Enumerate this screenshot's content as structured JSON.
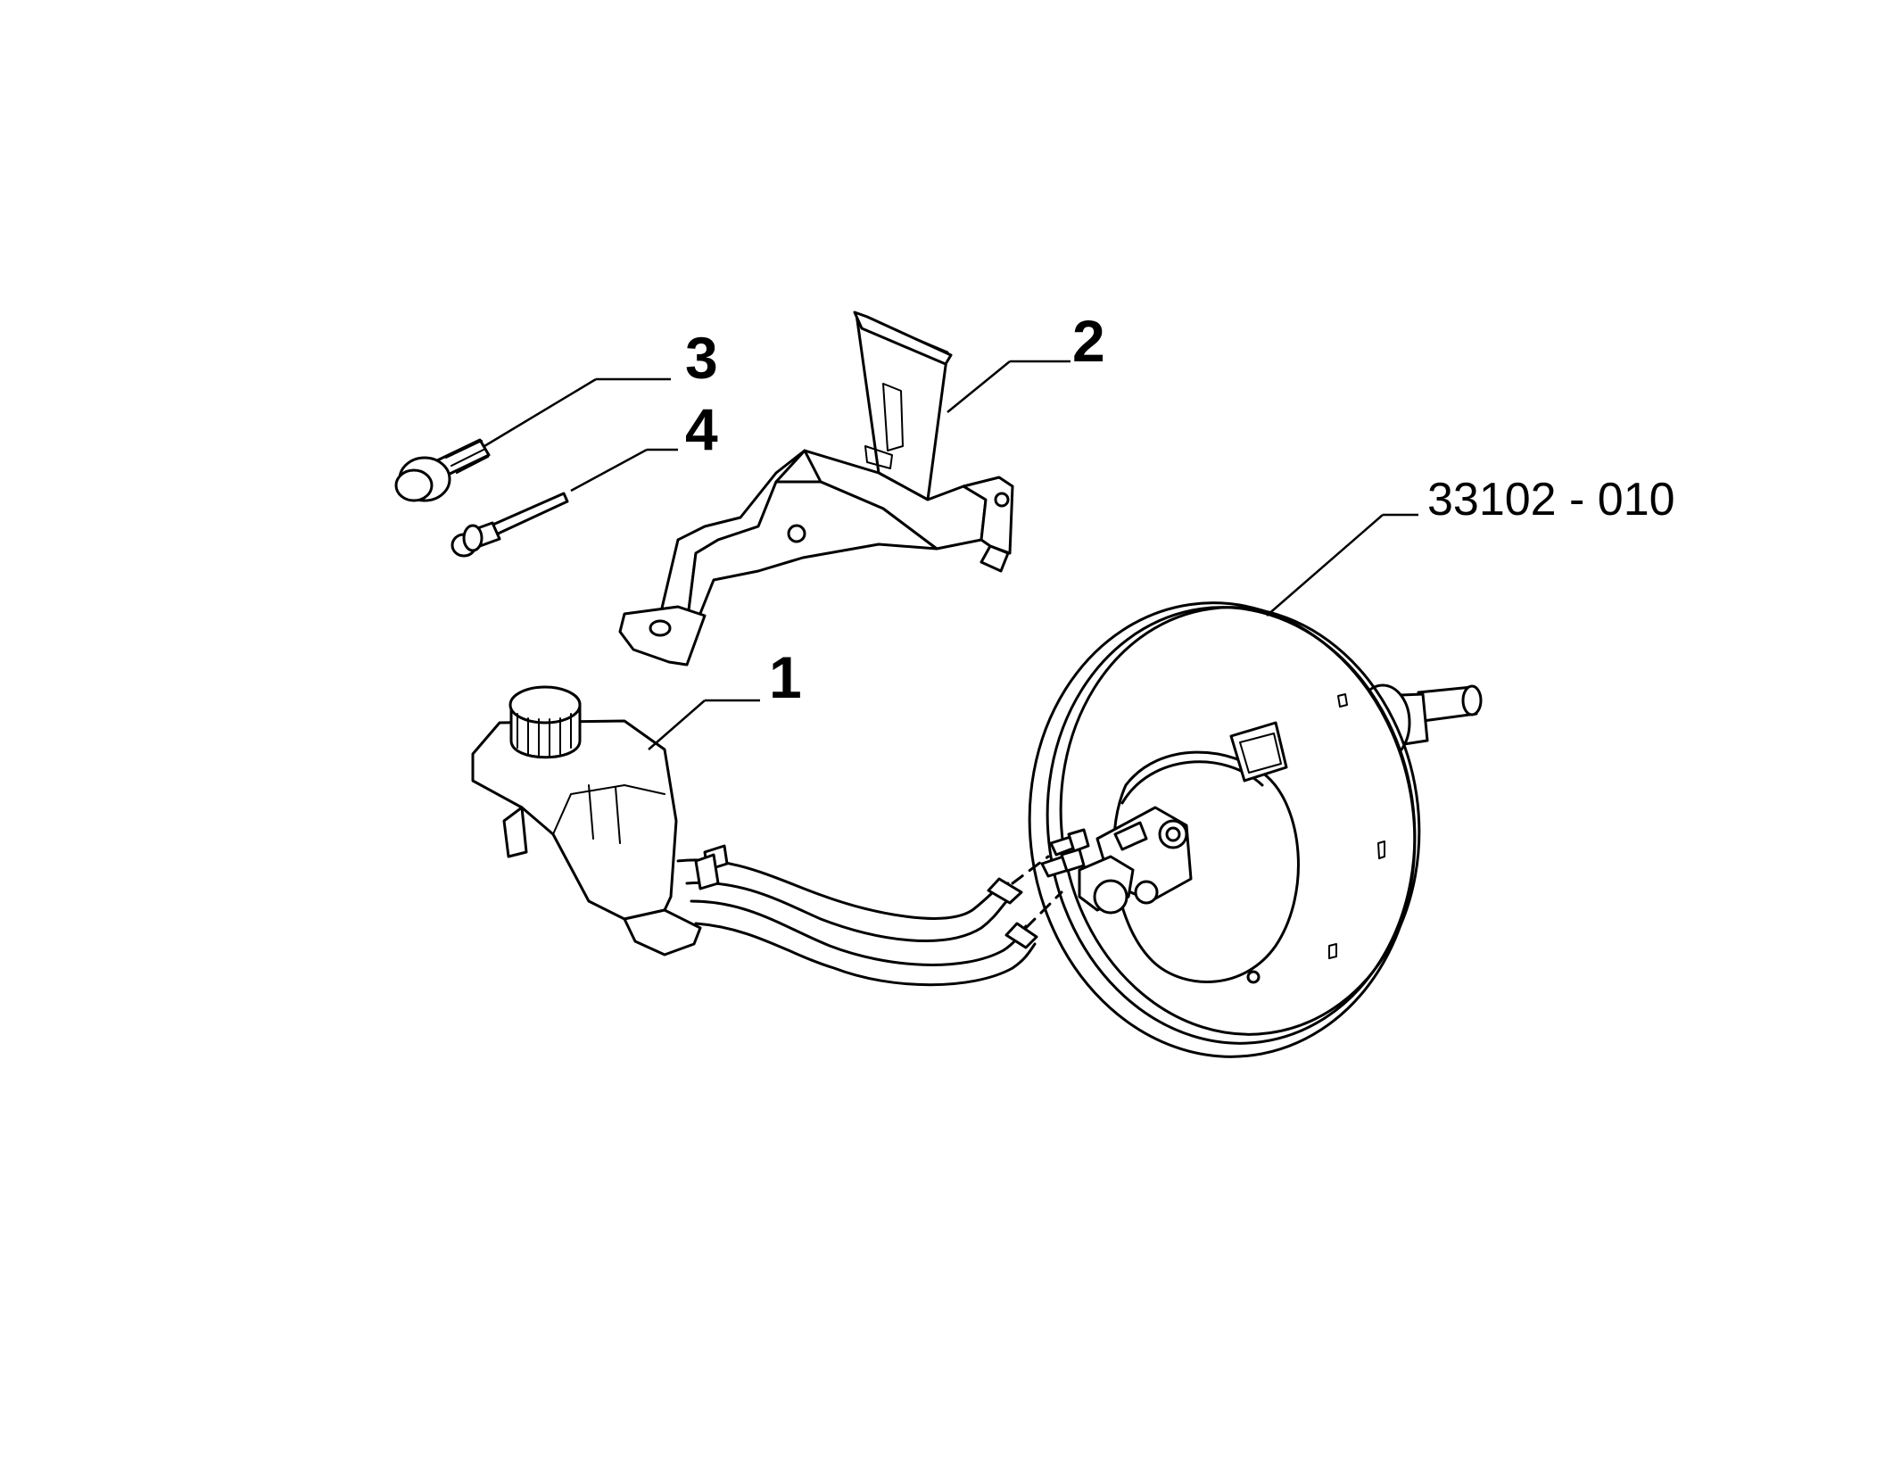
{
  "callouts": {
    "part_1": "1",
    "part_2": "2",
    "part_3": "3",
    "part_4": "4"
  },
  "reference_code": "33102 - 010",
  "colors": {
    "line": "#000000",
    "background": "#ffffff"
  }
}
